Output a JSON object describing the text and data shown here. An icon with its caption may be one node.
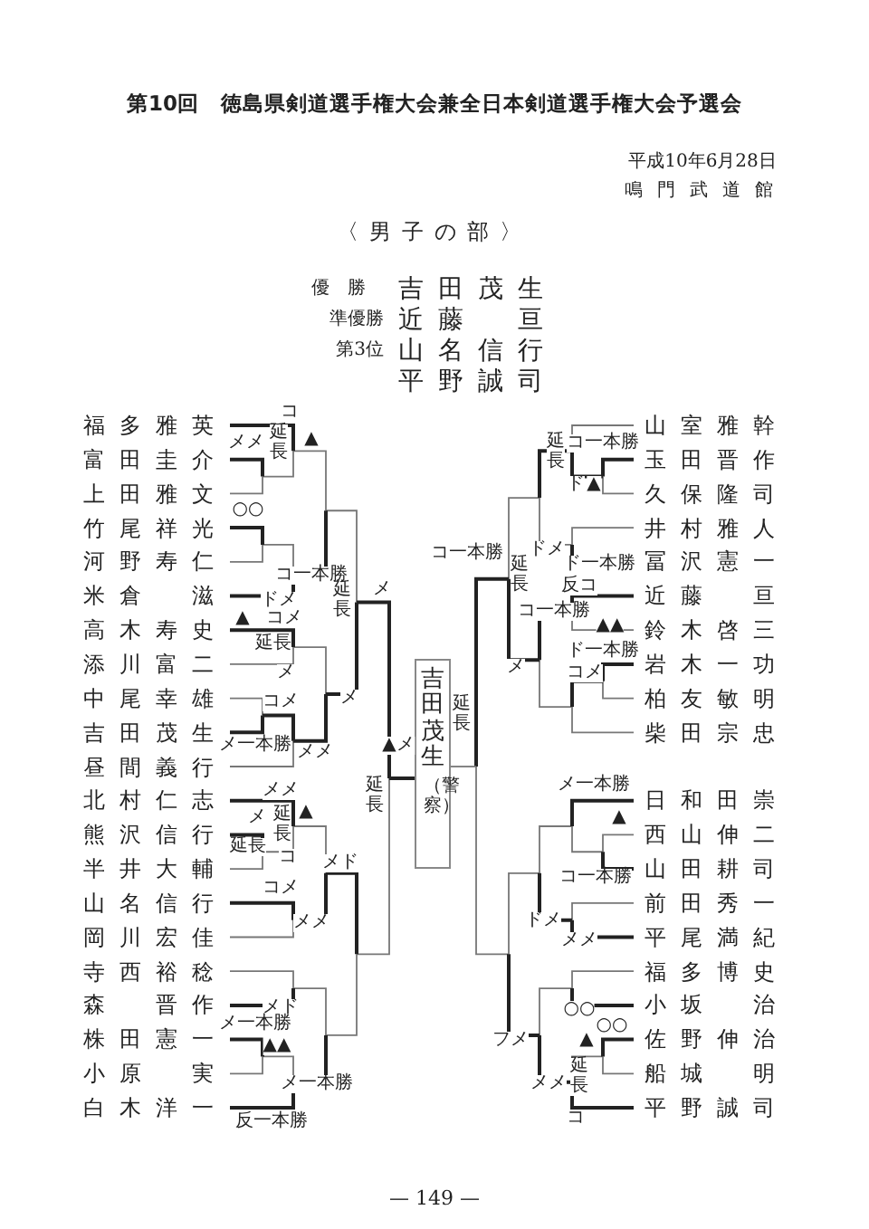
{
  "diagram": {
    "title": "第10回　徳島県剣道選手権大会兼全日本剣道選手権大会予選会",
    "nodes": [
      {
        "text": [
          "福多 雅英"
        ]
      },
      {
        "text": [
          "富田 圭介"
        ]
      },
      {
        "text": [
          "上田 雅文"
        ]
      },
      {
        "text": [
          "竹尾 祥光"
        ]
      },
      {
        "text": [
          "河野 寿仁"
        ]
      },
      {
        "text": [
          "米倉 滋"
        ]
      },
      {
        "text": [
          "高木 寿史"
        ]
      },
      {
        "text": [
          "添川 富二"
        ]
      },
      {
        "text": [
          "中尾 幸雄"
        ]
      },
      {
        "text": [
          "吉田 茂生"
        ]
      },
      {
        "text": [
          "昼間 義行"
        ]
      },
      {
        "text": [
          "北村 仁志"
        ]
      },
      {
        "text": [
          "熊沢 信行"
        ]
      },
      {
        "text": [
          "半井 大輔"
        ]
      },
      {
        "text": [
          "山名 信行"
        ]
      },
      {
        "text": [
          "岡川 宏佳"
        ]
      },
      {
        "text": [
          "寺西 裕稔"
        ]
      },
      {
        "text": [
          "森 晋作"
        ]
      },
      {
        "text": [
          "株田 憲一"
        ]
      },
      {
        "text": [
          "小原 実"
        ]
      },
      {
        "text": [
          "白木 洋一"
        ]
      },
      {
        "text": [
          "山室 雅幹"
        ]
      },
      {
        "text": [
          "玉田 晋作"
        ]
      },
      {
        "text": [
          "久保 隆司"
        ]
      },
      {
        "text": [
          "井村 雅人"
        ]
      },
      {
        "text": [
          "冨沢 憲一"
        ]
      },
      {
        "text": [
          "近藤 亘"
        ]
      },
      {
        "text": [
          "鈴木 啓三"
        ]
      },
      {
        "text": [
          "岩木 一功"
        ]
      },
      {
        "text": [
          "柏友 敏明"
        ]
      },
      {
        "text": [
          "柴田 宗忠"
        ]
      },
      {
        "text": [
          "日和田 崇"
        ]
      },
      {
        "text": [
          "西山 伸二"
        ]
      },
      {
        "text": [
          "山田 耕司"
        ]
      },
      {
        "text": [
          "前田 秀一"
        ]
      },
      {
        "text": [
          "平尾 満紀"
        ]
      },
      {
        "text": [
          "福多 博史"
        ]
      },
      {
        "text": [
          "小坂 治"
        ]
      },
      {
        "text": [
          "佐野 伸治"
        ]
      },
      {
        "text": [
          "船城 明"
        ]
      },
      {
        "text": [
          "平野 誠司"
        ]
      },
      {
        "text": [
          "吉田茂生",
          "（警察）"
        ]
      }
    ],
    "labels": [
      "平成10年6月28日",
      "鳴門武道館",
      "〈男子の部〉",
      "優勝",
      "吉田 茂生",
      "準優勝",
      "近藤 亘",
      "第3位",
      "山名 信行",
      "平野 誠司",
      "コ",
      "メメ",
      "延長",
      "▲",
      "○○",
      "コ一本勝",
      "ドメ",
      "延長",
      "メ",
      "▲",
      "コメ",
      "延長",
      "メ",
      "コメ",
      "メ",
      "メ一本勝",
      "メメ",
      "▲メ",
      "延長",
      "メメ",
      "メ",
      "延長",
      "▲",
      "延長",
      "コ",
      "メド",
      "コメ",
      "メメ",
      "メド",
      "メ一本勝",
      "▲▲",
      "メ一本勝",
      "反一本勝",
      "延長",
      "コ一本勝",
      "ド",
      "▲",
      "ドメ",
      "ド一本勝",
      "コ一本勝",
      "延長",
      "反コ",
      "コ一本勝",
      "▲▲",
      "ド一本勝",
      "コメ",
      "メ",
      "延長",
      "メ一本勝",
      "▲",
      "コ一本勝",
      "ドメ",
      "メメ",
      "○○",
      "○○",
      "フメ",
      "▲",
      "延長",
      "メメ",
      "コ",
      "— 149 —"
    ]
  }
}
